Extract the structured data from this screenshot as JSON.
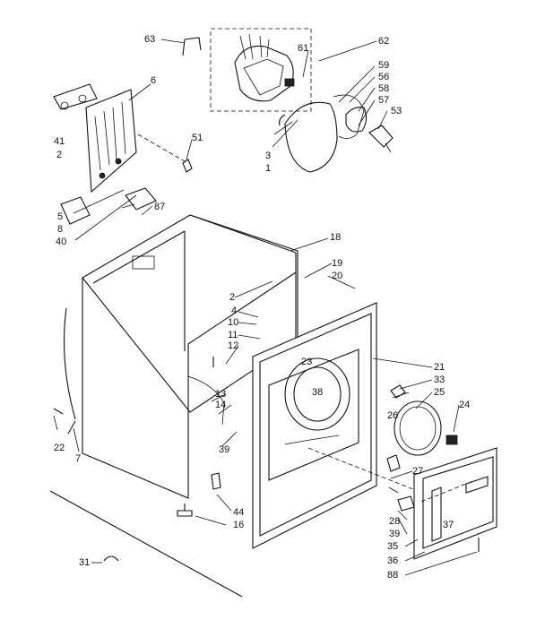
{
  "colors": {
    "ink": "#111111",
    "paper": "#ffffff"
  },
  "callouts": [
    {
      "id": "c63",
      "text": "63"
    },
    {
      "id": "c62",
      "text": "62"
    },
    {
      "id": "c61",
      "text": "61"
    },
    {
      "id": "c59",
      "text": "59"
    },
    {
      "id": "c56",
      "text": "56"
    },
    {
      "id": "c58",
      "text": "58"
    },
    {
      "id": "c57",
      "text": "57"
    },
    {
      "id": "c53",
      "text": "53"
    },
    {
      "id": "c6",
      "text": "6"
    },
    {
      "id": "c41",
      "text": "41"
    },
    {
      "id": "c2a",
      "text": "2"
    },
    {
      "id": "c51",
      "text": "51"
    },
    {
      "id": "c3",
      "text": "3"
    },
    {
      "id": "c1",
      "text": "1"
    },
    {
      "id": "c87",
      "text": "87"
    },
    {
      "id": "c5",
      "text": "5"
    },
    {
      "id": "c8",
      "text": "8"
    },
    {
      "id": "c40",
      "text": "40"
    },
    {
      "id": "c18",
      "text": "18"
    },
    {
      "id": "c19",
      "text": "19"
    },
    {
      "id": "c20",
      "text": "20"
    },
    {
      "id": "c2b",
      "text": "2"
    },
    {
      "id": "c4",
      "text": "4"
    },
    {
      "id": "c10",
      "text": "10"
    },
    {
      "id": "c11",
      "text": "11"
    },
    {
      "id": "c12",
      "text": "12"
    },
    {
      "id": "c23",
      "text": "23"
    },
    {
      "id": "c38",
      "text": "38"
    },
    {
      "id": "c21",
      "text": "21"
    },
    {
      "id": "c33",
      "text": "33"
    },
    {
      "id": "c25",
      "text": "25"
    },
    {
      "id": "c26",
      "text": "26"
    },
    {
      "id": "c24",
      "text": "24"
    },
    {
      "id": "c13",
      "text": "13"
    },
    {
      "id": "c14",
      "text": "14"
    },
    {
      "id": "c39a",
      "text": "39"
    },
    {
      "id": "c22",
      "text": "22"
    },
    {
      "id": "c7",
      "text": "7"
    },
    {
      "id": "c27",
      "text": "27"
    },
    {
      "id": "c44",
      "text": "44"
    },
    {
      "id": "c16",
      "text": "16"
    },
    {
      "id": "c28",
      "text": "28"
    },
    {
      "id": "c39b",
      "text": "39"
    },
    {
      "id": "c35",
      "text": "35"
    },
    {
      "id": "c37",
      "text": "37"
    },
    {
      "id": "c36",
      "text": "36"
    },
    {
      "id": "c88",
      "text": "88"
    },
    {
      "id": "c31",
      "text": "31"
    }
  ]
}
